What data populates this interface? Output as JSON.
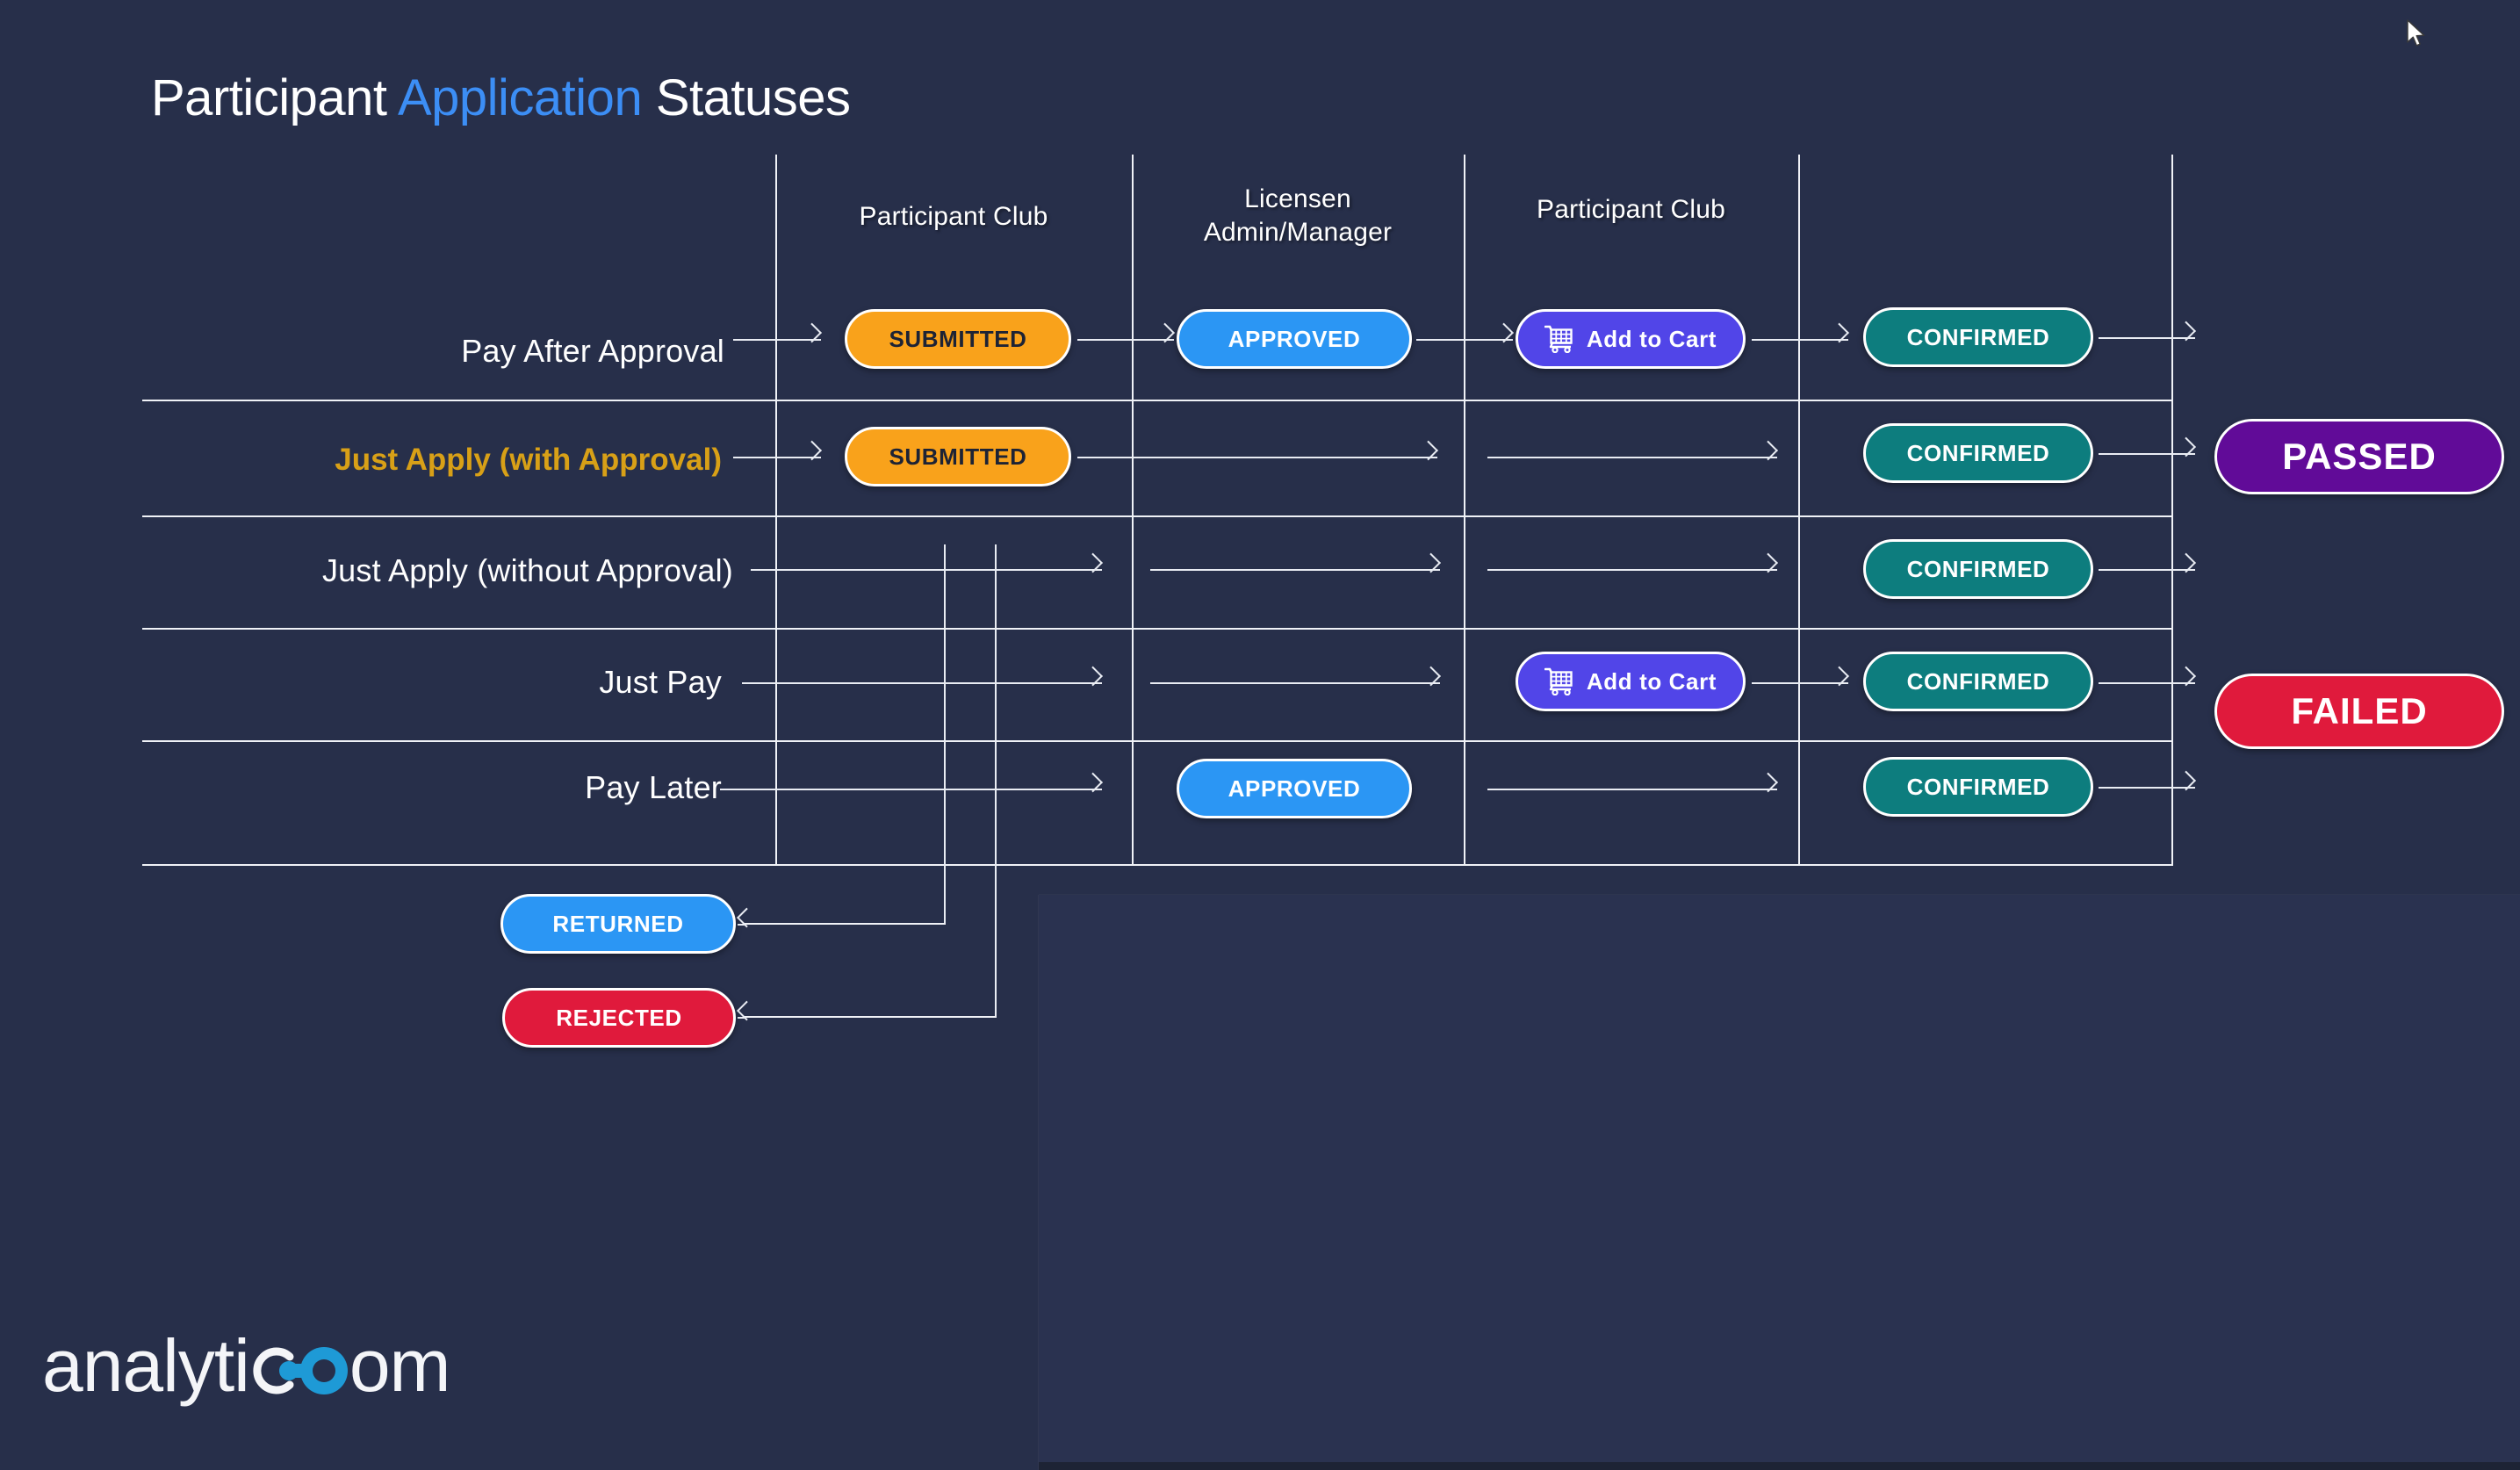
{
  "slide": {
    "title_part1": "Participant ",
    "title_accent": "Application",
    "title_part2": " Statuses",
    "background_color": "#272f4a"
  },
  "columns": [
    {
      "label": "Participant Club"
    },
    {
      "label": "Licensen\nAdmin/Manager"
    },
    {
      "label": "Participant Club"
    }
  ],
  "column_headers": {
    "col1": "Participant Club",
    "col2_line1": "Licensen",
    "col2_line2": "Admin/Manager",
    "col3": "Participant Club"
  },
  "rows": [
    {
      "label": "Pay After Approval",
      "highlight": false
    },
    {
      "label": "Just Apply (with Approval)",
      "highlight": true
    },
    {
      "label": "Just Apply (without Approval)",
      "highlight": false
    },
    {
      "label": "Just Pay",
      "highlight": false
    },
    {
      "label": "Pay Later",
      "highlight": false
    }
  ],
  "statuses": {
    "submitted": "SUBMITTED",
    "approved": "APPROVED",
    "add_to_cart": "Add to Cart",
    "confirmed": "CONFIRMED",
    "returned": "RETURNED",
    "rejected": "REJECTED",
    "passed": "PASSED",
    "failed": "FAILED"
  },
  "flow": {
    "row1": {
      "c1": "SUBMITTED",
      "c2": "APPROVED",
      "c3": "Add to Cart",
      "c4": "CONFIRMED"
    },
    "row2": {
      "c1": "SUBMITTED",
      "c4": "CONFIRMED"
    },
    "row3": {
      "c4": "CONFIRMED"
    },
    "row4": {
      "c3": "Add to Cart",
      "c4": "CONFIRMED"
    },
    "row5": {
      "c2": "APPROVED",
      "c4": "CONFIRMED"
    }
  },
  "outcomes": [
    {
      "label": "PASSED",
      "color": "#610b98"
    },
    {
      "label": "FAILED",
      "color": "#e01a3c"
    }
  ],
  "colors": {
    "submitted": "#f9a21b",
    "approved": "#2b96f4",
    "add_to_cart": "#5145e8",
    "confirmed": "#0d7d7e",
    "returned": "#2b96f4",
    "rejected": "#e01a3c",
    "passed": "#610b98",
    "failed": "#e01a3c",
    "title_accent": "#3c8ef5",
    "row_highlight": "#d8a017",
    "grid_line": "#f0f2f7"
  },
  "logo": {
    "text_start": "analyti",
    "text_mark": "c",
    "text_end": "om",
    "mark_color": "#1e9ad6"
  }
}
